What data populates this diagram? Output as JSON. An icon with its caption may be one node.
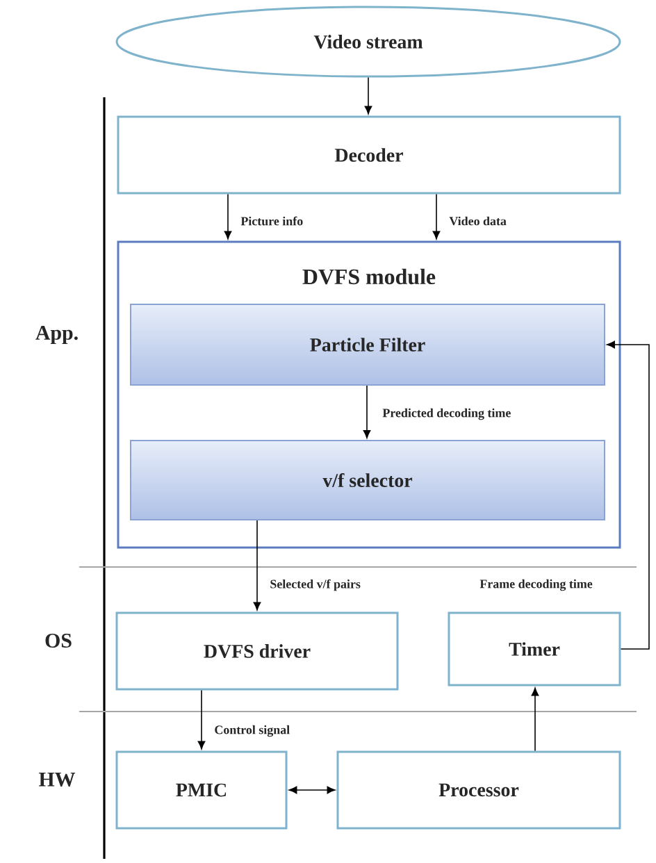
{
  "diagram": {
    "nodes": [
      {
        "text": [
          "Video stream"
        ]
      },
      {
        "text": [
          "Decoder"
        ]
      },
      {
        "text": [
          "DVFS module"
        ]
      },
      {
        "text": [
          "Particle Filter"
        ],
        "in": 2
      },
      {
        "text": [
          "v/f selector"
        ],
        "in": 2
      },
      {
        "text": [
          "DVFS driver"
        ]
      },
      {
        "text": [
          "Timer"
        ]
      },
      {
        "text": [
          "PMIC"
        ]
      },
      {
        "text": [
          "Processor"
        ]
      }
    ],
    "edges": [
      {
        "from": 0,
        "to": 1,
        "arrow": "to"
      },
      {
        "from": 1,
        "to": 2,
        "arrow": "to",
        "label": "Picture info"
      },
      {
        "from": 1,
        "to": 2,
        "arrow": "to",
        "label": "Video data"
      },
      {
        "from": 3,
        "to": 4,
        "arrow": "to",
        "label": "Predicted decoding time"
      },
      {
        "from": 4,
        "to": 5,
        "arrow": "to",
        "label": "Selected v/f pairs"
      },
      {
        "from": 6,
        "to": 3,
        "arrow": "to",
        "label": "Frame decoding time"
      },
      {
        "from": 5,
        "to": 7,
        "arrow": "to",
        "label": "Control signal"
      },
      {
        "from": 7,
        "to": 8,
        "arrow": "both"
      },
      {
        "from": 8,
        "to": 6,
        "arrow": "to"
      }
    ],
    "labels": [
      "App.",
      "OS",
      "HW"
    ]
  }
}
